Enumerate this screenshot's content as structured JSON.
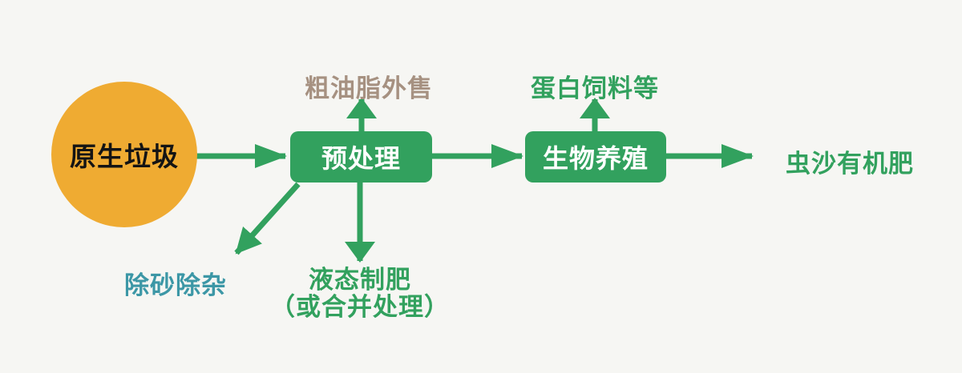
{
  "diagram": {
    "nodes": {
      "source": {
        "label": "原生垃圾"
      },
      "pretreatment": {
        "label": "预处理"
      },
      "breeding": {
        "label": "生物养殖"
      }
    },
    "labels": {
      "crude_oil": {
        "label": "粗油脂外售"
      },
      "protein_feed": {
        "label": "蛋白饲料等"
      },
      "desanding": {
        "label": "除砂除杂"
      },
      "liquid_fertilizer": {
        "line1": "液态制肥",
        "line2": "（或合并处理）"
      },
      "organic_fertilizer": {
        "label": "虫沙有机肥"
      }
    }
  },
  "colors": {
    "background": "#f6f6f3",
    "green": "#32a15e",
    "orange": "#efab32",
    "teal": "#3c97a6",
    "brown": "#a69181",
    "ink": "#141414"
  }
}
